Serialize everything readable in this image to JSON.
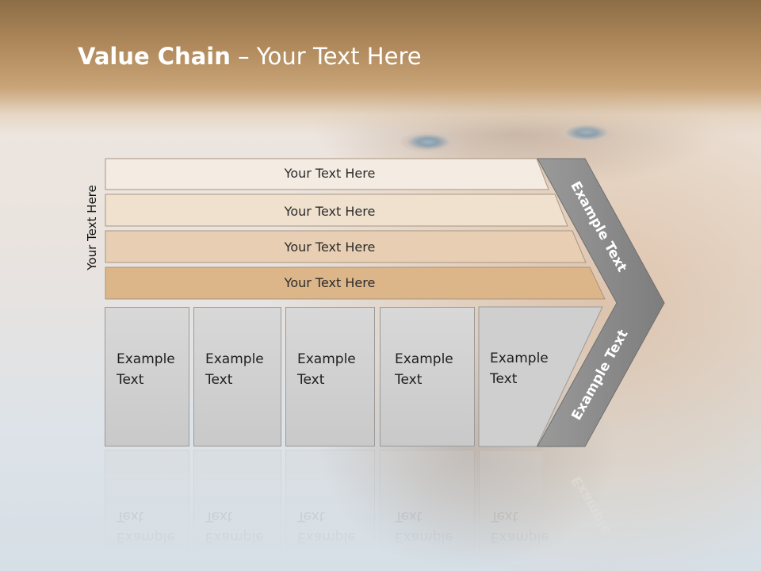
{
  "slide": {
    "title_bold": "Value Chain",
    "title_rest": " – Your Text Here",
    "side_label": "Your Text Here"
  },
  "bars": [
    {
      "label": "Your Text Here",
      "color": "#f4ebe3"
    },
    {
      "label": "Your Text Here",
      "color": "#f0e1cf"
    },
    {
      "label": "Your Text Here",
      "color": "#e8cfb3"
    },
    {
      "label": "Your Text Here",
      "color": "#dcb589"
    }
  ],
  "columns": [
    {
      "line1": "Example",
      "line2": "Text"
    },
    {
      "line1": "Example",
      "line2": "Text"
    },
    {
      "line1": "Example",
      "line2": "Text"
    },
    {
      "line1": "Example",
      "line2": "Text"
    },
    {
      "line1": "Example",
      "line2": "Text"
    }
  ],
  "chevron": {
    "upper_text": "Example Text",
    "lower_text": "Example Text",
    "color": "#8c8c8c"
  }
}
